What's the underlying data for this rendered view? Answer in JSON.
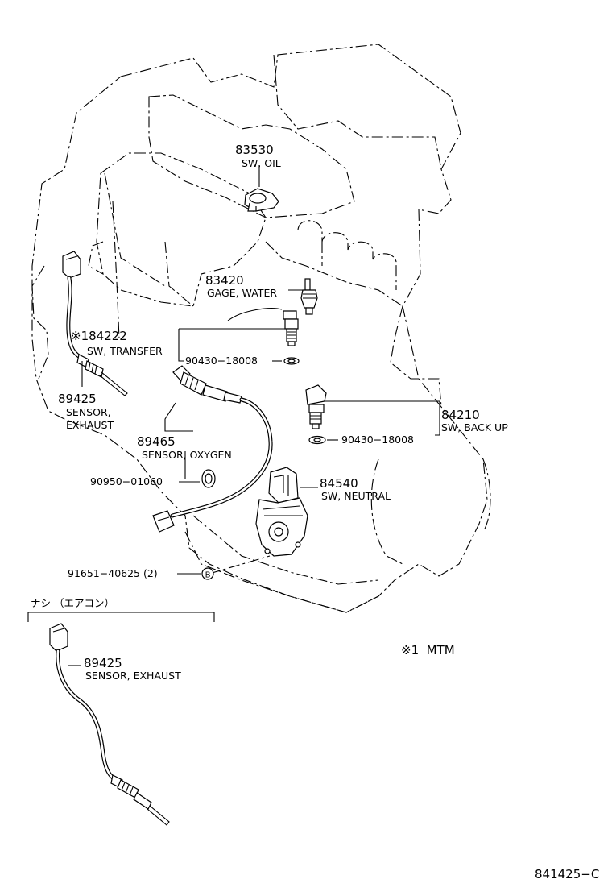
{
  "labels": {
    "p83530": {
      "number": "83530",
      "name": "SW, OIL"
    },
    "p83420": {
      "number": "83420",
      "name": "GAGE, WATER"
    },
    "p84222": {
      "number": "※184222",
      "name": "SW, TRANSFER"
    },
    "p90430a": {
      "number": "90430−18008"
    },
    "p89425a": {
      "number": "89425",
      "name1": "SENSOR,",
      "name2": "EXHAUST"
    },
    "p89465": {
      "number": "89465",
      "name": "SENSOR, OXYGEN"
    },
    "p90950": {
      "number": "90950−01060"
    },
    "p84540": {
      "number": "84540",
      "name": "SW, NEUTRAL"
    },
    "p84210": {
      "number": "84210",
      "name": "SW, BACK UP"
    },
    "p90430b": {
      "number": "90430−18008"
    },
    "p91651": {
      "number": "91651−40625 (2)",
      "callout": "B"
    },
    "nashi": {
      "text": "ナシ （エアコン）"
    },
    "p89425b": {
      "number": "89425",
      "name": "SENSOR, EXHAUST"
    }
  },
  "footnote": "※1  MTM",
  "figure_code": "841425−C"
}
